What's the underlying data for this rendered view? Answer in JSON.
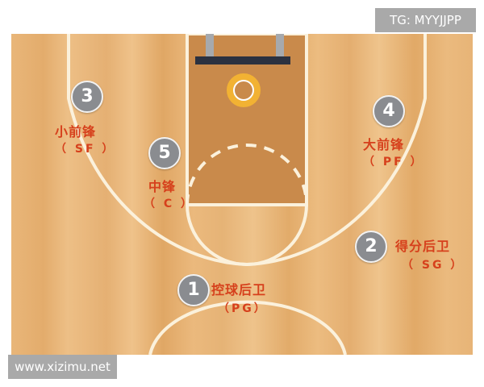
{
  "watermarks": {
    "top_right": "TG: MYYJJPP",
    "bottom_left": "www.xizimu.net"
  },
  "players": [
    {
      "number": "3",
      "role": "小前锋",
      "abbr": "（ SF ）"
    },
    {
      "number": "4",
      "role": "大前锋",
      "abbr": "（ PF ）"
    },
    {
      "number": "5",
      "role": "中锋",
      "abbr": "（ C ）"
    },
    {
      "number": "2",
      "role": "得分后卫",
      "abbr": "（ SG ）"
    },
    {
      "number": "1",
      "role": "控球后卫",
      "abbr": "（PG）"
    }
  ],
  "colors": {
    "court_wood": "#e9b679",
    "paint": "#c98a4b",
    "court_lines": "#fbf1dc",
    "badge": "#8a8c90",
    "label_text": "#d6401c",
    "hoop": "#f2b233"
  }
}
